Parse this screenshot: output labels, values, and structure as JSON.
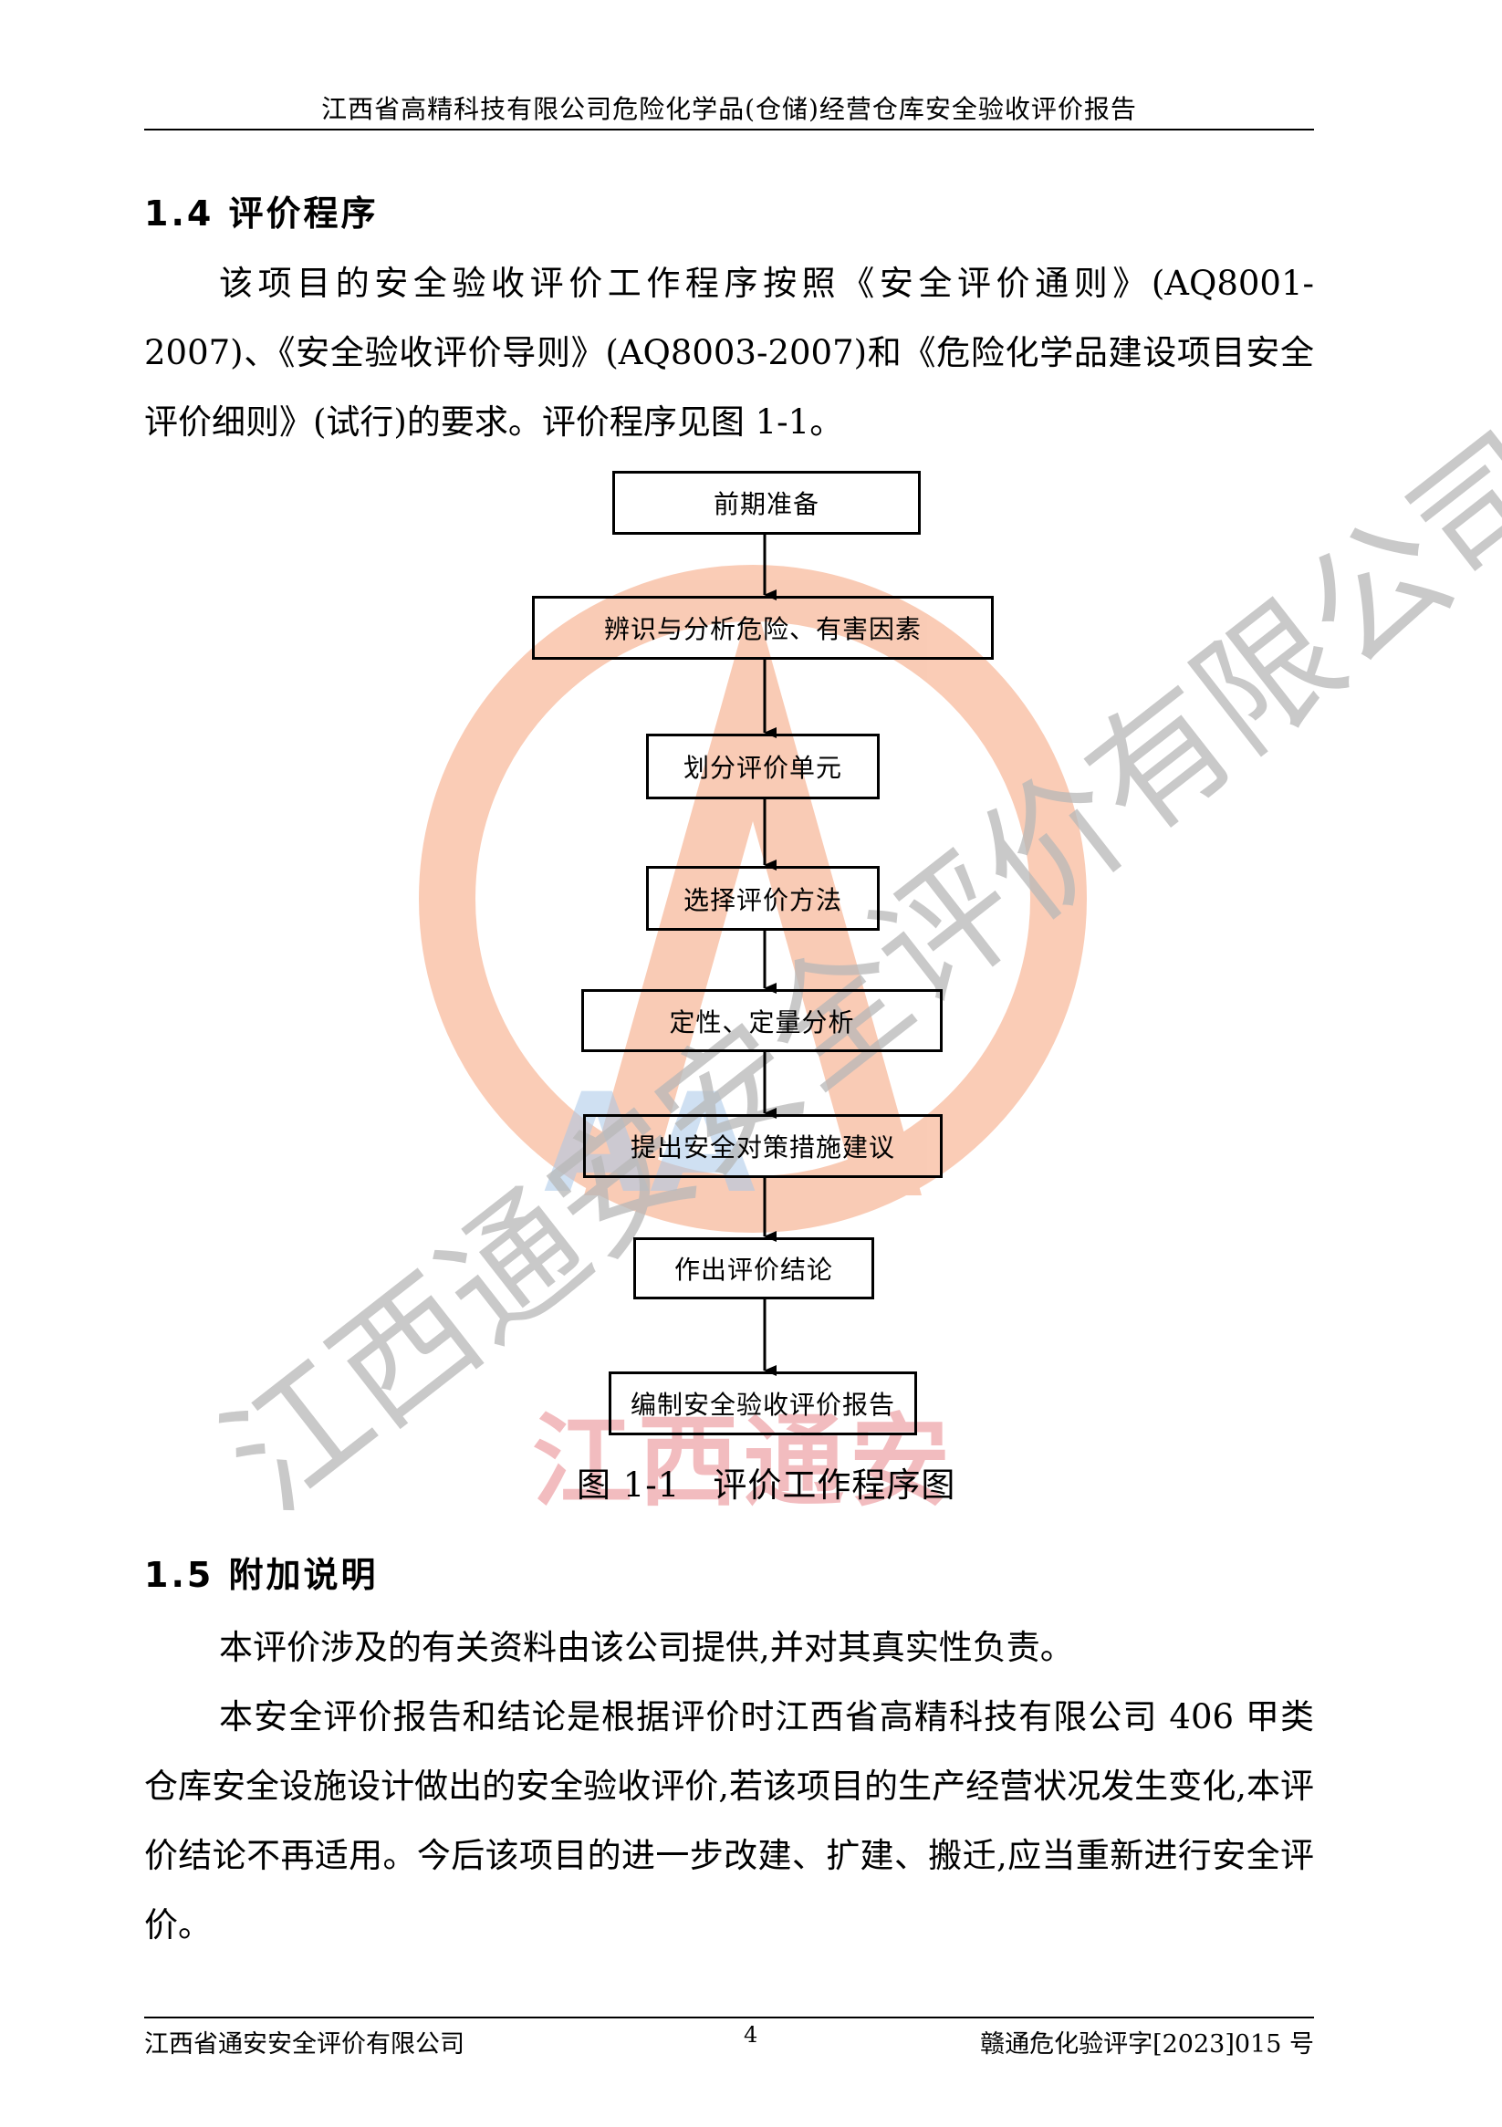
{
  "header": {
    "title": "江西省高精科技有限公司危险化学品(仓储)经营仓库安全验收评价报告"
  },
  "section_1_4": {
    "heading": "1.4 评价程序",
    "paragraph": "该项目的安全验收评价工作程序按照《安全评价通则》(AQ8001-2007)、《安全验收评价导则》(AQ8003-2007)和《危险化学品建设项目安全评价细则》(试行)的要求。评价程序见图 1-1。"
  },
  "flowchart": {
    "steps": [
      "前期准备",
      "辨识与分析危险、有害因素",
      "划分评价单元",
      "选择评价方法",
      "定性、定量分析",
      "提出安全对策措施建议",
      "作出评价结论",
      "编制安全验收评价报告"
    ],
    "caption_number": "图 1-1",
    "caption_text": "评价工作程序图"
  },
  "section_1_5": {
    "heading": "1.5 附加说明",
    "paragraph_1": "本评价涉及的有关资料由该公司提供,并对其真实性负责。",
    "paragraph_2": "本安全评价报告和结论是根据评价时江西省高精科技有限公司 406 甲类仓库安全设施设计做出的安全验收评价,若该项目的生产经营状况发生变化,本评价结论不再适用。今后该项目的进一步改建、扩建、搬迁,应当重新进行安全评价。"
  },
  "watermark": {
    "diagonal_text": "江西通安安全评价有限公司",
    "logo_text": "江西通安",
    "logo_mark": "AA"
  },
  "footer": {
    "company": "江西省通安安全评价有限公司",
    "page_number": "4",
    "doc_number": "赣通危化验评字[2023]015 号"
  },
  "colors": {
    "watermark_orange": "#f5a27a",
    "watermark_red": "#e9868c",
    "watermark_gray": "#b8b8b8",
    "watermark_blue": "#a9c8e8"
  }
}
